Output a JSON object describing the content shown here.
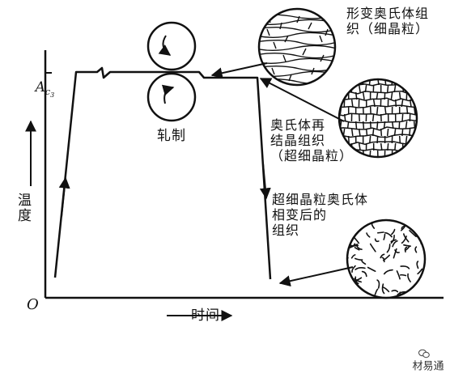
{
  "axes": {
    "y_label": "温度",
    "x_label": "时间",
    "origin_label": "O",
    "ac3_label": "A",
    "ac3_sub": "c",
    "ac3_subsub": "3"
  },
  "rolling_label": "轧制",
  "annotations": {
    "deformed": "形变奥氏体组\n织（细晶粒）",
    "recrystallized": "奥氏体再\n结晶组织\n（超细晶粒）",
    "transformed": "超细晶粒奥氏体\n相变后的\n组织"
  },
  "watermark": {
    "icon": "wechat-channel-icon",
    "text": "材易通"
  },
  "colors": {
    "ink": "#111111",
    "background": "#ffffff"
  }
}
